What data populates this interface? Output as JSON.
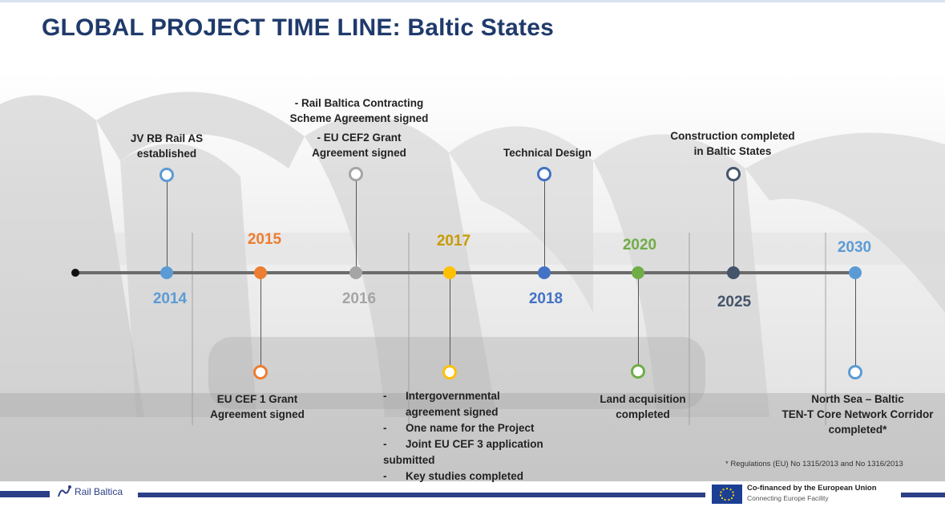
{
  "title": "GLOBAL PROJECT TIME LINE: Baltic States",
  "colors": {
    "title": "#1f3a6b",
    "y2014": "#5b9bd5",
    "y2015": "#ed7d31",
    "y2016": "#a5a5a5",
    "y2017": "#ffc000",
    "y2018": "#4472c4",
    "y2020": "#70ad47",
    "y2025": "#44546a",
    "y2030": "#5b9bd5",
    "footer": "#2c3f87"
  },
  "milestones": {
    "m2014": {
      "year": "2014",
      "label_lines": [
        "JV RB Rail AS",
        "established"
      ]
    },
    "m2015": {
      "year": "2015",
      "label_lines": [
        "EU CEF 1 Grant",
        "Agreement  signed"
      ]
    },
    "m2016": {
      "year": "2016",
      "label_lines": [
        "- Rail Baltica Contracting",
        "Scheme Agreement signed",
        "- EU CEF2 Grant",
        "Agreement signed"
      ]
    },
    "m2017": {
      "year": "2017",
      "items": [
        "Intergovernmental",
        "agreement signed",
        "One name for the Project",
        "Joint EU CEF 3 application",
        "submitted",
        "Key studies completed"
      ]
    },
    "m2018": {
      "year": "2018",
      "label_lines": [
        "Technical Design"
      ]
    },
    "m2020": {
      "year": "2020",
      "label_lines": [
        "Land acquisition",
        "completed"
      ]
    },
    "m2025": {
      "year": "2025",
      "label_lines": [
        "Construction completed",
        "in Baltic States"
      ]
    },
    "m2030": {
      "year": "2030",
      "label_lines": [
        "North Sea – Baltic",
        "TEN-T Core Network Corridor",
        "completed*"
      ]
    }
  },
  "footnote": "* Regulations (EU) No 1315/2013 and No 1316/2013",
  "footer": {
    "logo_text": "Rail Baltica",
    "eu_line1": "Co-financed by the European Union",
    "eu_line2": "Connecting Europe Facility"
  }
}
